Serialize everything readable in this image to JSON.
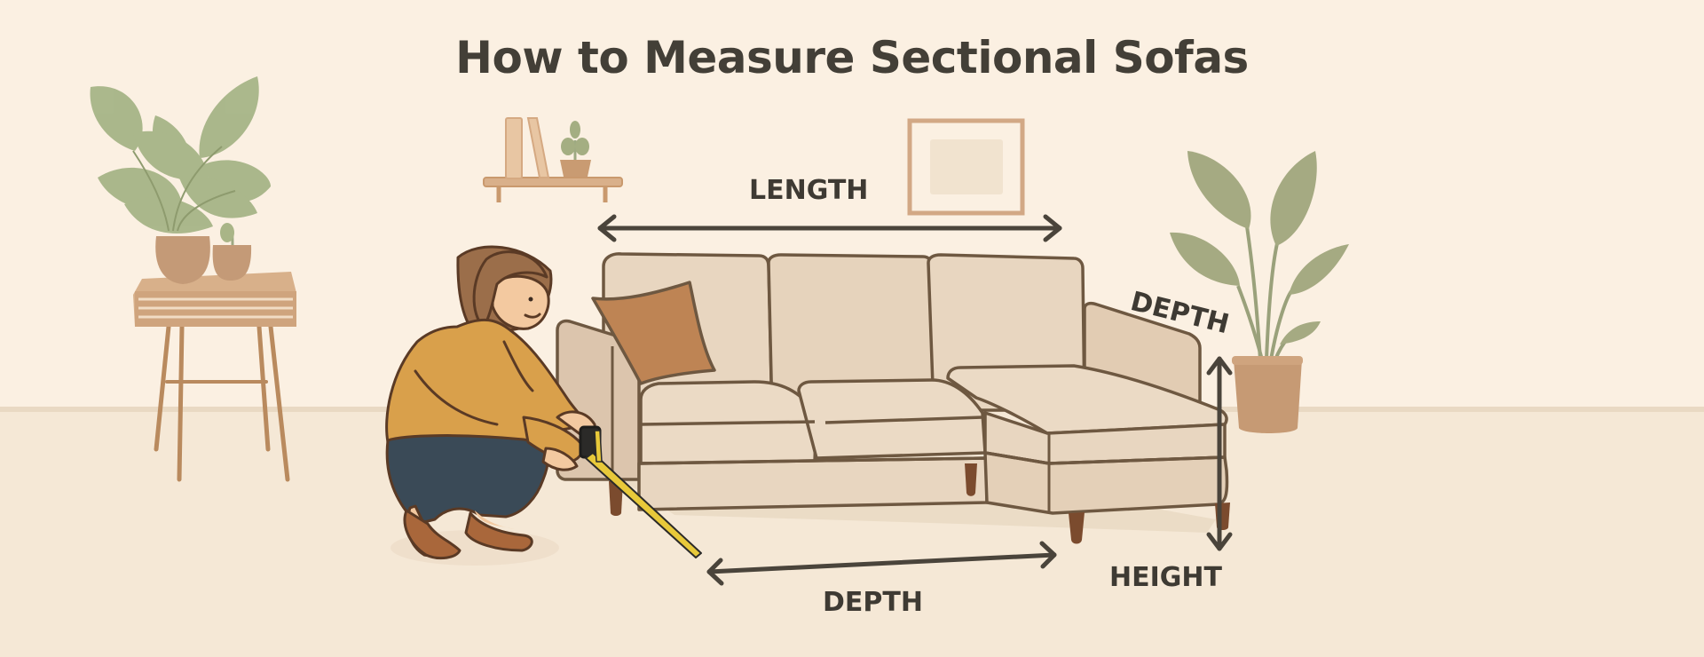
{
  "title": "How to Measure Sectional Sofas",
  "labels": {
    "length": "LENGTH",
    "depth_side": "DEPTH",
    "height": "HEIGHT",
    "depth_bottom": "DEPTH"
  },
  "colors": {
    "wall": "#FBF0E2",
    "floor": "#F5E8D6",
    "text": "#3E3A33",
    "sofa_fabric": "#E8D6C0",
    "sofa_outline": "#6E5841",
    "pillow": "#BE8454",
    "leaf": "#A3AC82",
    "pot": "#C69A74",
    "sweater": "#D9A04B",
    "jeans": "#3A4A57",
    "tape": "#E8C93A"
  },
  "scene_objects": [
    "potted-plant-on-side-table",
    "wall-shelf-with-books-and-plant",
    "picture-frame",
    "sectional-sofa-with-chaise",
    "throw-pillow",
    "woman-with-tape-measure",
    "tall-floor-plant"
  ]
}
